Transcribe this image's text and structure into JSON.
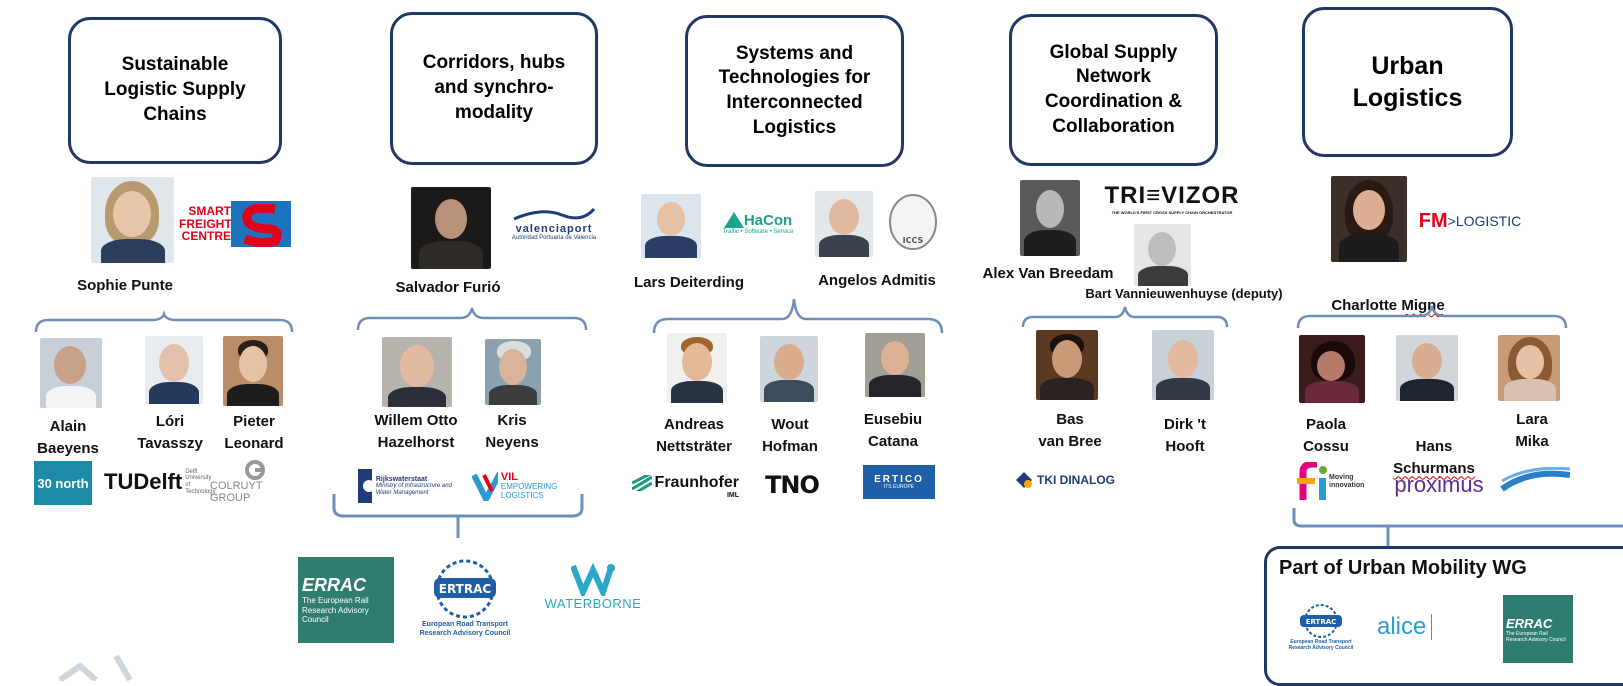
{
  "columns": [
    {
      "id": "sustainable",
      "title": "Sustainable\nLogistic Supply\nChains",
      "lead": {
        "name": "Sophie Punte",
        "org": "SMART FREIGHT CENTRE"
      },
      "members": [
        {
          "name": "Alain\nBaeyens"
        },
        {
          "name": "Lóri\nTavasszy"
        },
        {
          "name": "Pieter\nLeonard"
        }
      ],
      "logos": [
        "30 north",
        "TUDelft",
        "Delft University of Technology",
        "COLRUYT GROUP"
      ]
    },
    {
      "id": "corridors",
      "title": "Corridors, hubs\nand synchro-\nmodality",
      "lead": {
        "name": "Salvador Furió",
        "org": "valenciaport",
        "org_sub": "Autoridad Portuaria de Valencia"
      },
      "members": [
        {
          "name": "Willem Otto\nHazelhorst"
        },
        {
          "name": "Kris\nNeyens"
        }
      ],
      "logos": [
        "Rijkswaterstaat",
        "Ministry of Infrastructure and Water Management",
        "VIL",
        "EMPOWERING LOGISTICS"
      ]
    },
    {
      "id": "systems",
      "title": "Systems and\nTechnologies for\nInterconnected\nLogistics",
      "lead": {
        "name": "Lars Deiterding",
        "org": "HaCon",
        "org_sub": "Traffic • Software • Service"
      },
      "lead2": {
        "name": "Angelos Admitis",
        "org": "ICCS"
      },
      "members": [
        {
          "name": "Andreas\nNettsträter"
        },
        {
          "name": "Wout\nHofman"
        },
        {
          "name": "Eusebiu\nCatana"
        }
      ],
      "logos": [
        "Fraunhofer",
        "IML",
        "TNO",
        "ERTICO",
        "ITS EUROPE"
      ]
    },
    {
      "id": "global",
      "title": "Global Supply\nNetwork\nCoordination &\nCollaboration",
      "lead": {
        "name": "Alex Van Breedam",
        "org": "TRI≡VIZOR",
        "org_sub": "THE WORLD'S FIRST CROSS SUPPLY CHAIN ORCHESTRATOR"
      },
      "deputy": {
        "name": "Bart Vannieuwenhuyse (deputy)"
      },
      "members": [
        {
          "name": "Bas\nvan Bree"
        },
        {
          "name": "Dirk 't\nHooft"
        }
      ],
      "logos": [
        "TKI DINALOG"
      ]
    },
    {
      "id": "urban",
      "title": "Urban\nLogistics",
      "lead": {
        "name_first": "Charlotte ",
        "name_last": "Migne",
        "org_fm": "FM",
        "org": "LOGISTIC"
      },
      "members": [
        {
          "name": "Paola\nCossu"
        },
        {
          "name_first": "Hans",
          "name_last": "Schurmans"
        },
        {
          "name": "Lara\nMika"
        }
      ],
      "logos": [
        "Moving innovation",
        "proximus"
      ],
      "part_of": "Part of Urban Mobility WG",
      "part_logos": [
        "ERTRAC",
        "alice",
        "ERRAC"
      ]
    }
  ],
  "platforms": {
    "errac": "ERRAC",
    "errac_sub": "The European Rail Research Advisory Council",
    "ertrac": "ERTRAC",
    "ertrac_sub": "European Road Transport\nResearch Advisory Council",
    "waterborne": "WATERBORNE"
  },
  "colors": {
    "box_border": "#1f3864",
    "brace": "#6f8fb8",
    "ertrac_blue": "#1e5fa8",
    "errac_green": "#2f7d6e",
    "tno": "#111111",
    "fm_red": "#e3001b"
  }
}
